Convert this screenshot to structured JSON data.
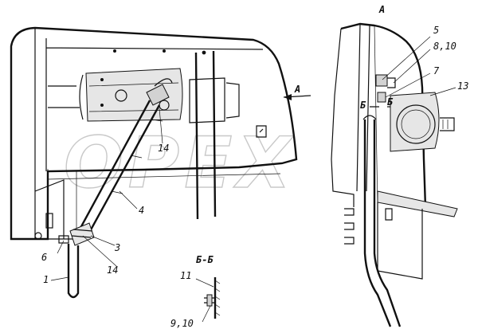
{
  "watermark": "OPEX",
  "view_labels": {
    "view_a": "А",
    "arrow_a": "А",
    "section_bb": "Б-Б",
    "section_b_left": "Б",
    "section_b_right": "Б"
  },
  "callouts": {
    "c1": "1",
    "c3": "3",
    "c4": "4",
    "c5": "5",
    "c6": "6",
    "c7": "7",
    "c8_10": "8,10",
    "c9_10": "9,10",
    "c11": "11",
    "c13": "13",
    "c14_top": "14",
    "c14_bottom": "14"
  }
}
